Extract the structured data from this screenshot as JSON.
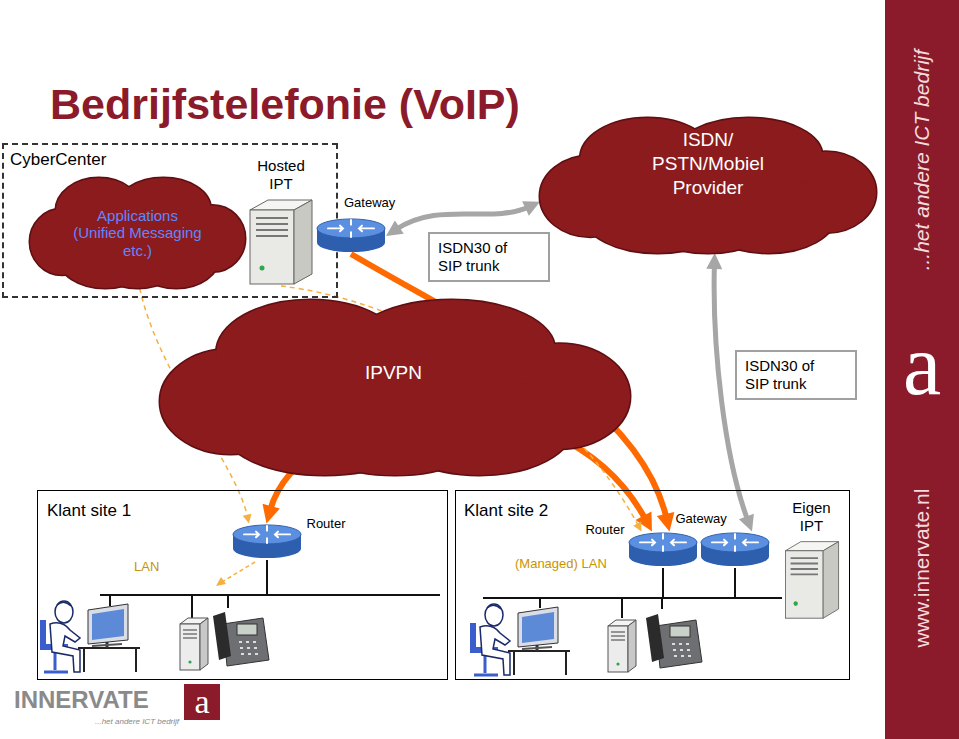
{
  "diagram": {
    "title": "Bedrijfstelefonie (VoIP)",
    "nodes": [
      {
        "text": [
          "CyberCenter"
        ]
      },
      {
        "text": [
          "Applications (Unified Messaging etc.)"
        ],
        "in": 0
      },
      {
        "text": [
          "Hosted IPT"
        ],
        "in": 0
      },
      {
        "text": [
          "Gateway"
        ],
        "in": 0
      },
      {
        "text": [
          "ISDN/ PSTN/Mobiel Provider"
        ]
      },
      {
        "text": [
          "ISDN30 of SIP trunk"
        ]
      },
      {
        "text": [
          "IPVPN"
        ]
      },
      {
        "text": [
          "ISDN30 of SIP trunk"
        ]
      },
      {
        "text": [
          "Klant site 1"
        ]
      },
      {
        "text": [
          "Router"
        ],
        "in": 8
      },
      {
        "text": [
          "Klant site 2"
        ]
      },
      {
        "text": [
          "Router"
        ],
        "in": 10
      },
      {
        "text": [
          "Gateway"
        ],
        "in": 10
      },
      {
        "text": [
          "Eigen IPT"
        ],
        "in": 10
      },
      {
        "text": [
          "...het andere ICT bedrijf",
          "a",
          "www.innervate.nl"
        ]
      },
      {
        "text": [
          "a"
        ]
      }
    ],
    "edges": [
      {
        "from": 3,
        "to": 4,
        "arrow": "both"
      },
      {
        "from": 4,
        "to": 12,
        "arrow": "both"
      },
      {
        "from": 3,
        "to": 11,
        "arrow": "to"
      },
      {
        "from": 9,
        "to": 11,
        "arrow": "both"
      },
      {
        "from": 1,
        "to": 9,
        "arrow": "to"
      },
      {
        "from": 2,
        "to": 11,
        "arrow": "to"
      }
    ],
    "labels": [
      "LAN",
      "(Managed) LAN",
      "INNERVATE",
      "...het andere ICT bedrijf"
    ]
  }
}
